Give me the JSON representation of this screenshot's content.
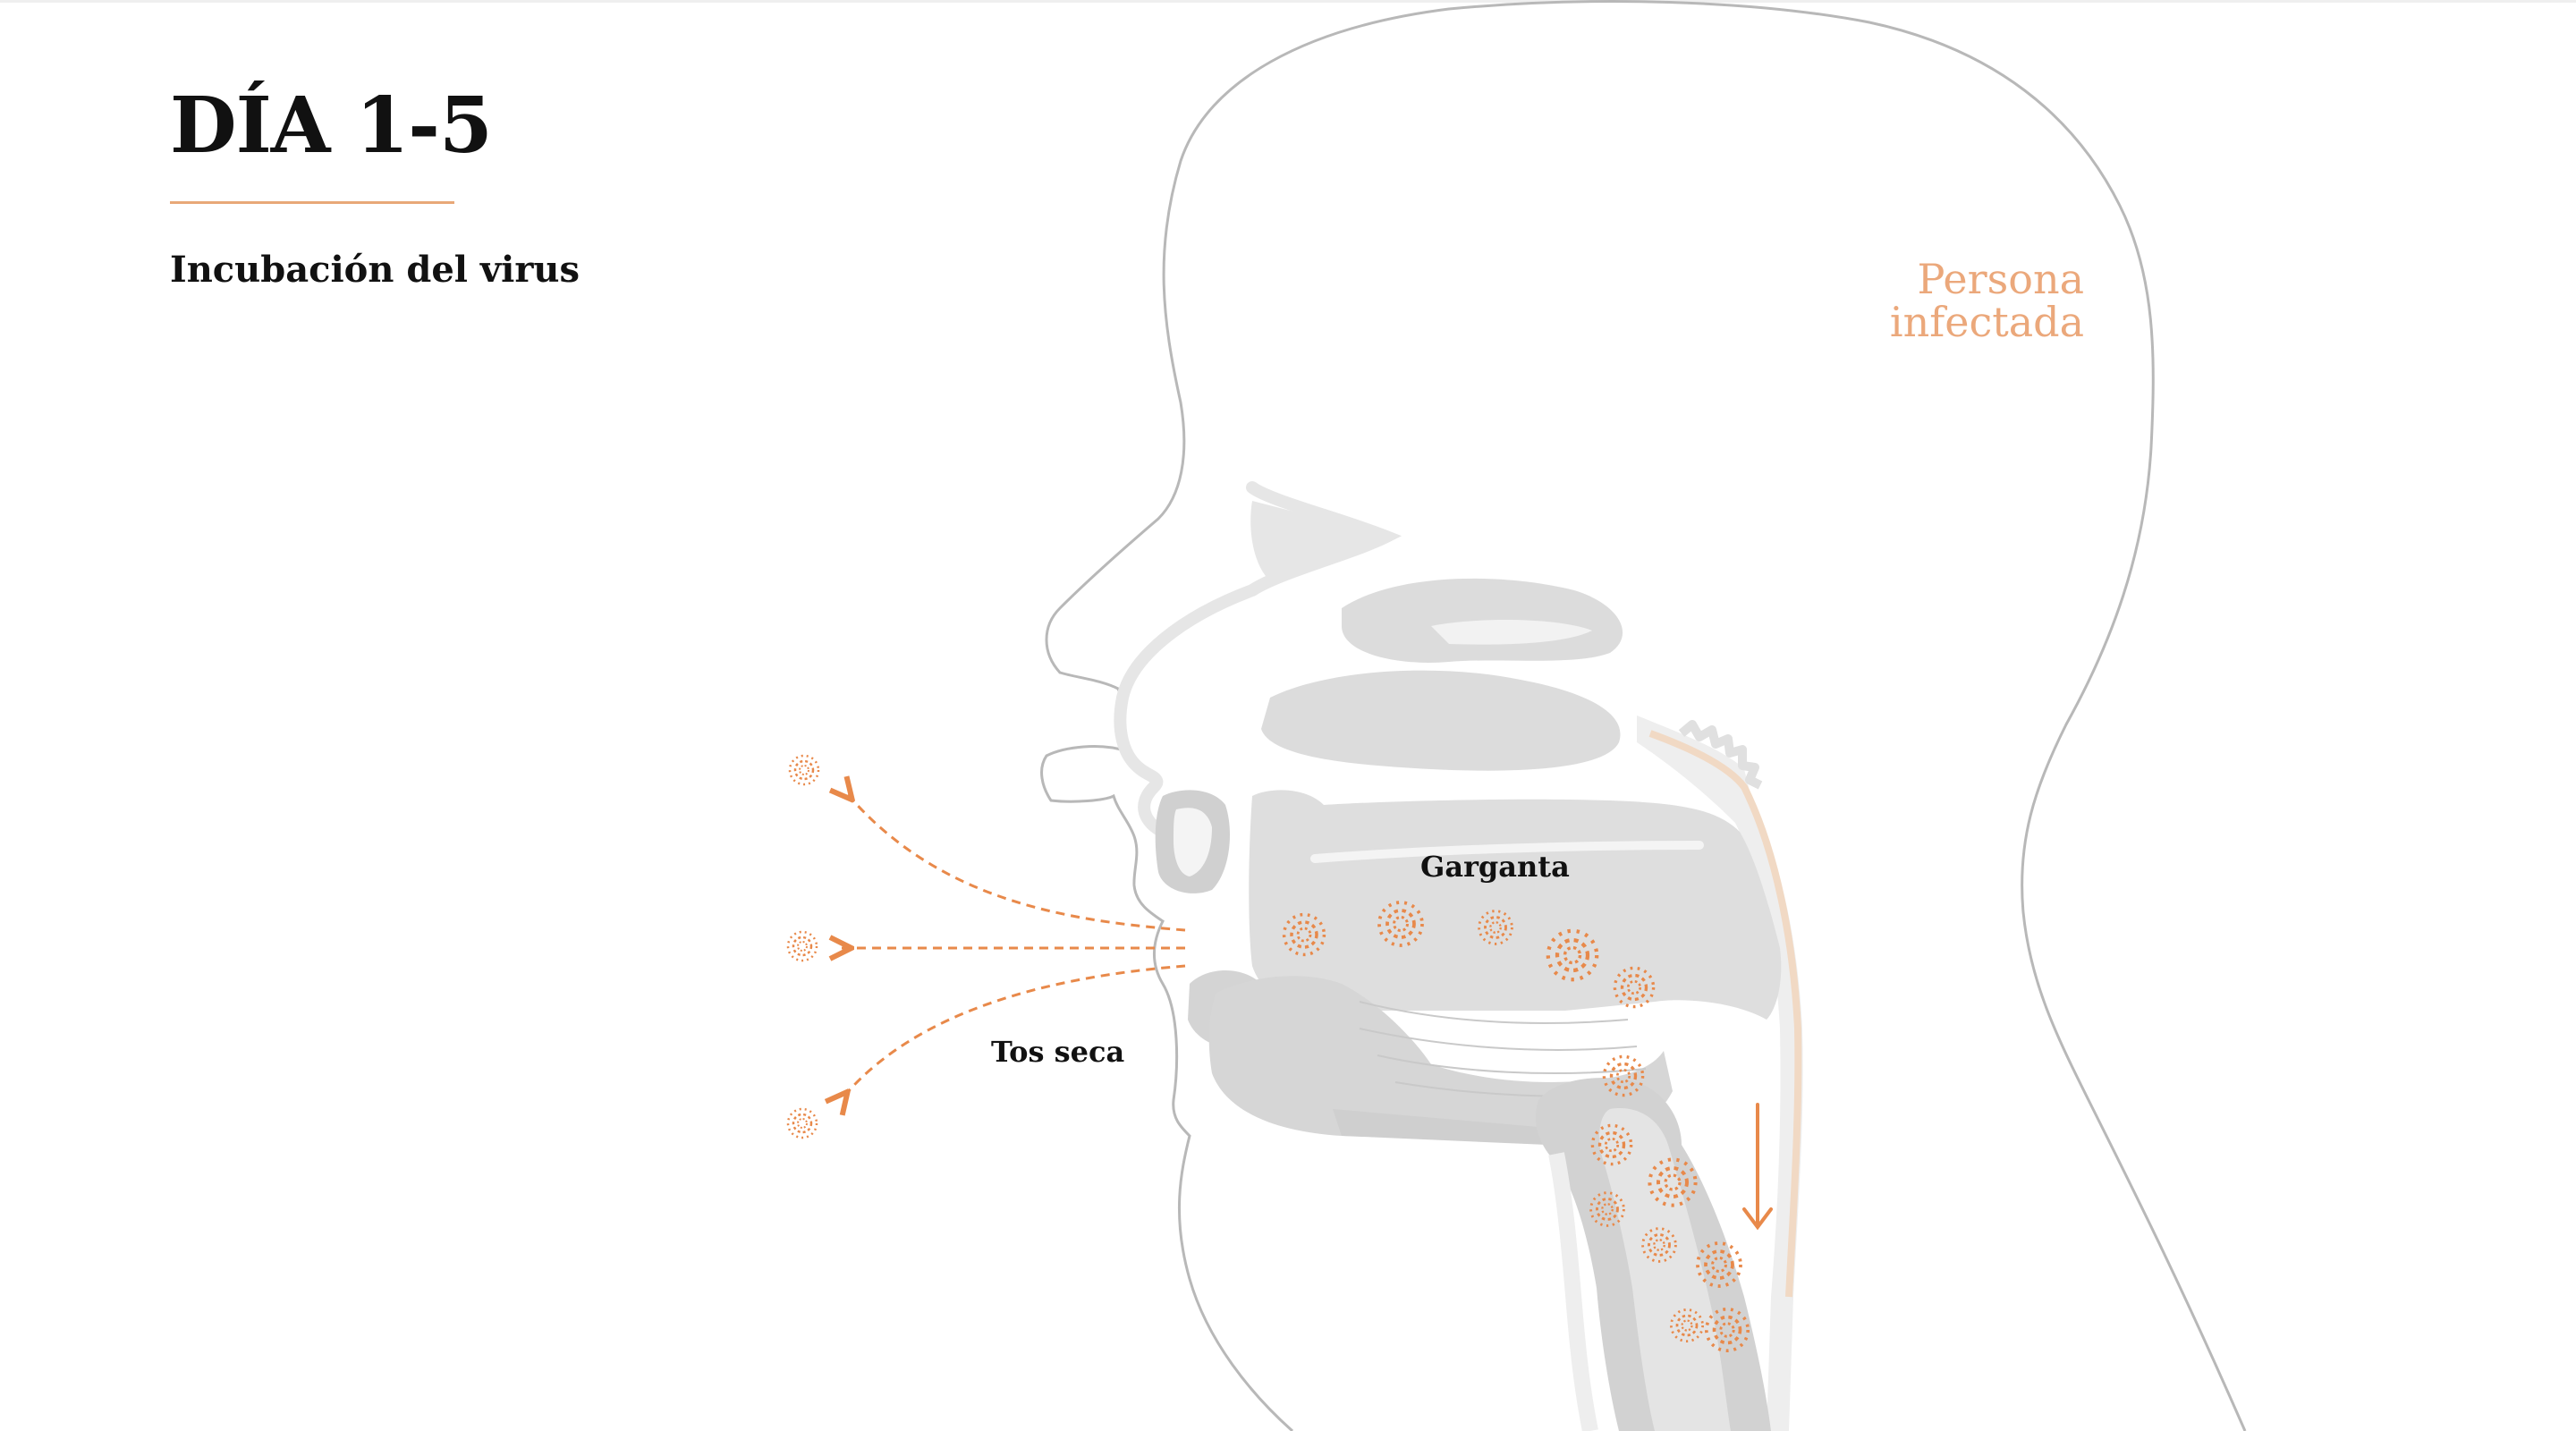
{
  "header": {
    "title": "DÍA 1-5",
    "subtitle": "Incubación del virus"
  },
  "labels": {
    "person": [
      "Persona",
      "infectada"
    ],
    "throat": "Garganta",
    "cough": "Tos seca"
  },
  "colors": {
    "accent": "#e8894a",
    "accent_light": "#eba87b",
    "outline": "#b8b8b8",
    "anatomy": "#dcdcdc",
    "anatomy_dark": "#c8c8c8",
    "text": "#111111"
  }
}
